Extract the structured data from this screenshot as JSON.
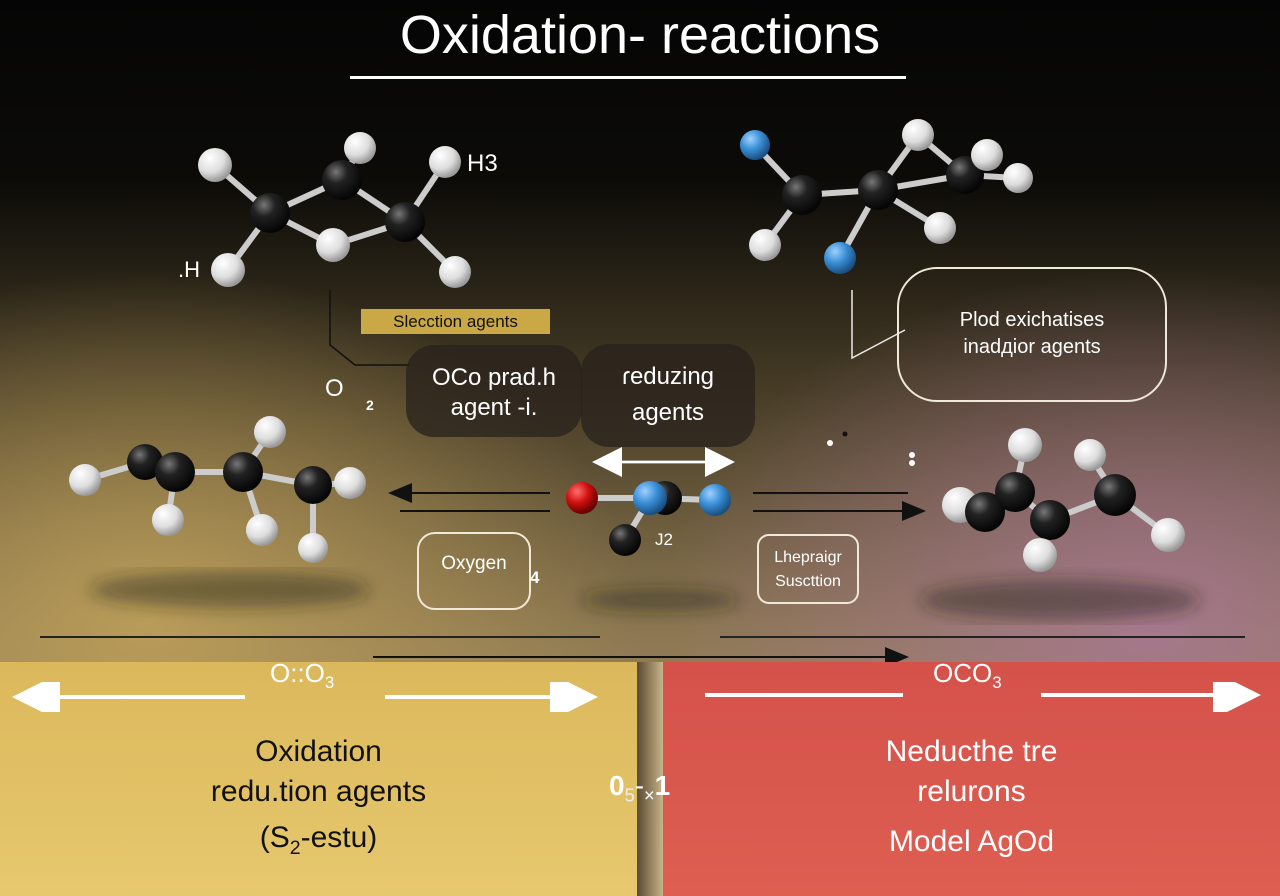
{
  "title": "Oxidation- reactions",
  "labels": {
    "h3": "H3",
    "h_left": ".H",
    "selection_tag": "Slecction agents",
    "o2_o": "O",
    "o2_sub": "2",
    "oco_box": [
      "OCo prad.h",
      "agent -i."
    ],
    "reducing_box": [
      "ɾeduzing",
      "agents"
    ],
    "speech_bubble": [
      "Plod exichatises",
      "inadдior agents"
    ],
    "oxygen_box": "Oxygen",
    "oxygen_sub": "4",
    "j2": "J2",
    "suction_box": [
      "Lhepraigr",
      "Suscttion"
    ]
  },
  "panels": {
    "left": {
      "formula": "O::O",
      "formula_sub": "3",
      "lines": [
        "Oxidation",
        "redu.tion agents"
      ],
      "line3_pre": "(S",
      "line3_sub": "2",
      "line3_post": "-estu)",
      "color": "#e6c466"
    },
    "middle": {
      "main": "0",
      "sub1": "5",
      "mid": "-",
      "sub2": "×",
      "end": "1"
    },
    "right": {
      "formula": "OCO",
      "formula_sub": "3",
      "lines": [
        "Neducthe tre",
        "relurons",
        "Model AgOd"
      ],
      "color": "#d9544a"
    }
  },
  "colors": {
    "carbon": "#1a1a1a",
    "hydrogen": "#e8e8e8",
    "nitrogen": "#3a8fd6",
    "oxygen": "#d01010"
  }
}
